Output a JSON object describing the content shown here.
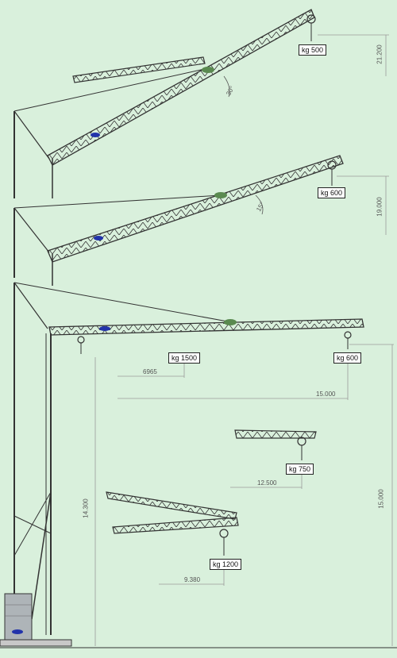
{
  "colors": {
    "background": "#d9f0dc",
    "steel": "#333333",
    "dimension_line": "#9a9a9a",
    "counterweight_blue": "#2233aa",
    "slewing_green": "#5a8a50"
  },
  "configurations": [
    {
      "id": "luffed-high",
      "load": "kg 500",
      "height": "21.200",
      "angle": "30°"
    },
    {
      "id": "luffed-mid",
      "load": "kg 600",
      "height": "19.000",
      "angle": "15°"
    },
    {
      "id": "horizontal",
      "load_near": "kg 1500",
      "radius_near": "6965",
      "load_tip": "kg 600",
      "radius_tip": "15.000",
      "height_under_hook": "14.300"
    },
    {
      "id": "short-jib",
      "load": "kg 750",
      "radius": "12.500"
    },
    {
      "id": "folded-jib",
      "load": "kg 1200",
      "radius": "9.380"
    }
  ],
  "height_right": "15.000"
}
